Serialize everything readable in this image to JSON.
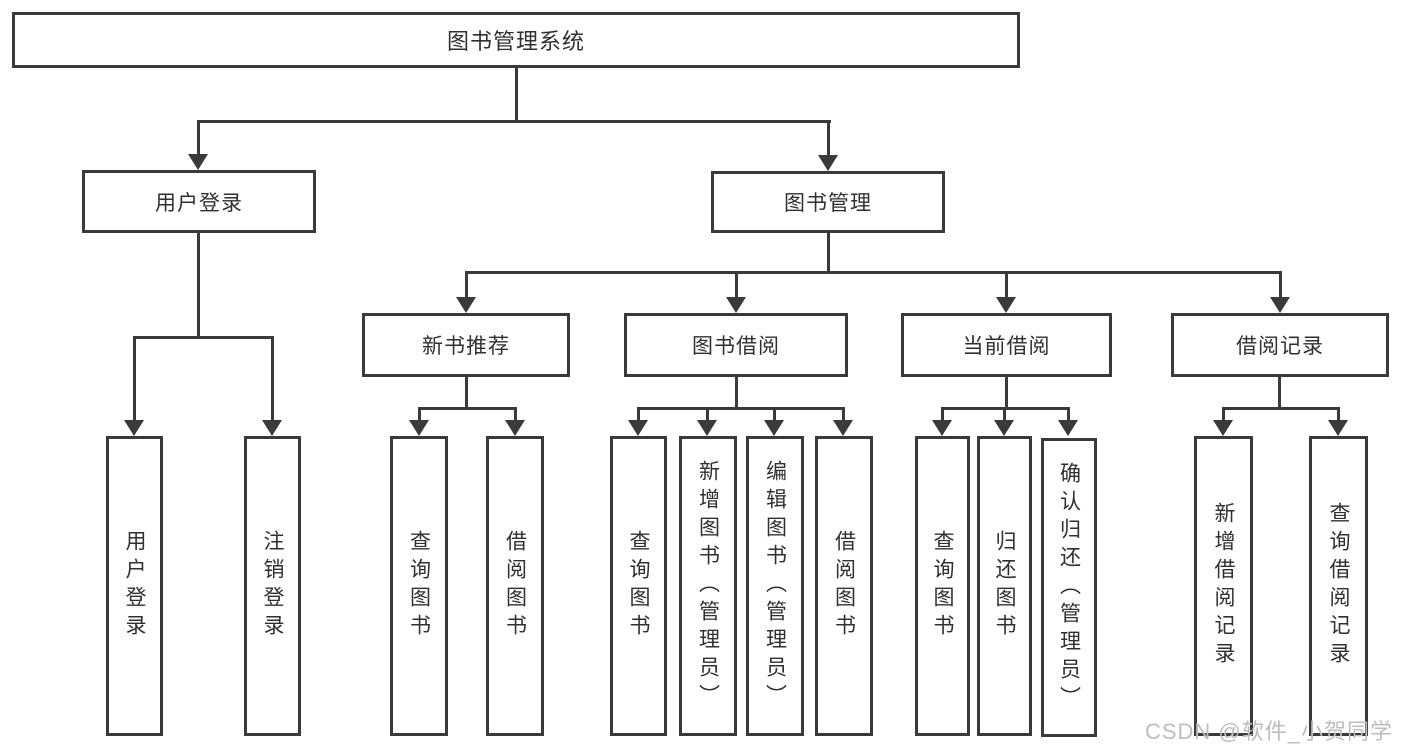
{
  "diagram": {
    "type": "tree",
    "root": {
      "label": "图书管理系统"
    },
    "branches": [
      {
        "label": "用户登录",
        "children": [
          {
            "label": "用户登录"
          },
          {
            "label": "注销登录"
          }
        ]
      },
      {
        "label": "图书管理",
        "children": [
          {
            "label": "新书推荐",
            "children": [
              {
                "label": "查询图书"
              },
              {
                "label": "借阅图书"
              }
            ]
          },
          {
            "label": "图书借阅",
            "children": [
              {
                "label": "查询图书"
              },
              {
                "label": "新增图书（管理员）"
              },
              {
                "label": "编辑图书（管理员）"
              },
              {
                "label": "借阅图书"
              }
            ]
          },
          {
            "label": "当前借阅",
            "children": [
              {
                "label": "查询图书"
              },
              {
                "label": "归还图书"
              },
              {
                "label": "确认归还（管理员）"
              }
            ]
          },
          {
            "label": "借阅记录",
            "children": [
              {
                "label": "新增借阅记录"
              },
              {
                "label": "查询借阅记录"
              }
            ]
          }
        ]
      }
    ]
  },
  "watermark": "CSDN @软件_小贺同学",
  "colors": {
    "line": "#3a3a3a",
    "text": "#303030",
    "watermark": "#bdbdbd",
    "background": "#ffffff"
  }
}
